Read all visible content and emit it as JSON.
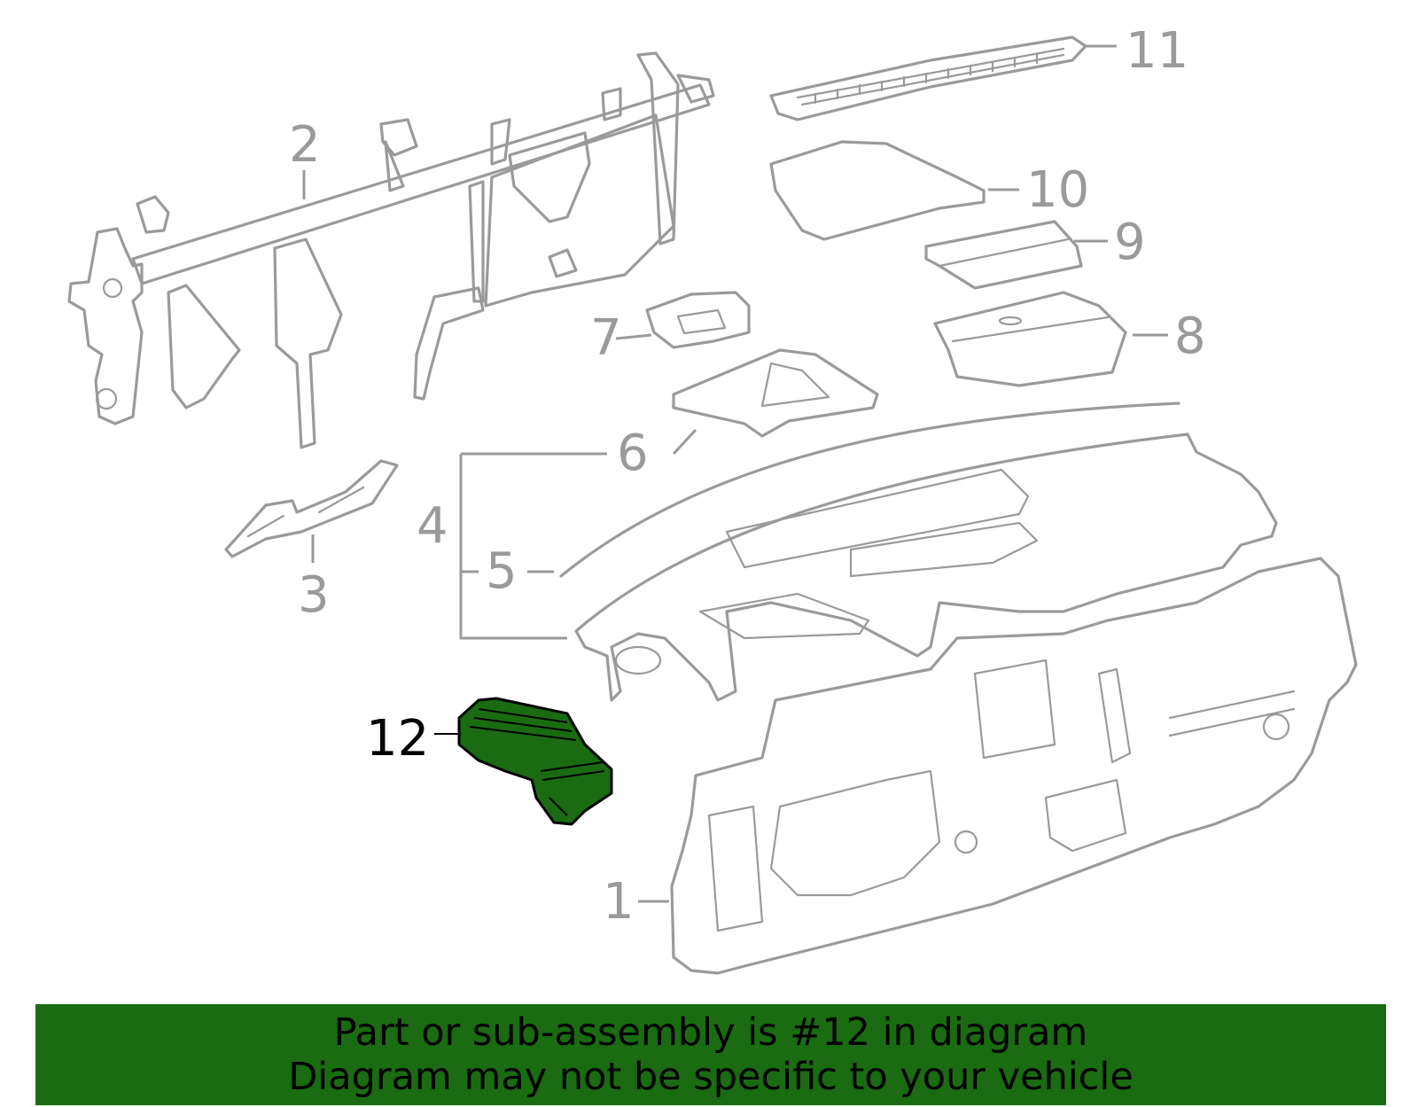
{
  "callouts": {
    "c1": "1",
    "c2": "2",
    "c3": "3",
    "c4": "4",
    "c5": "5",
    "c6": "6",
    "c7": "7",
    "c8": "8",
    "c9": "9",
    "c10": "10",
    "c11": "11",
    "c12": "12"
  },
  "highlight_color": "#1a6b12",
  "line_color": "#9a9a9a",
  "banner": {
    "line1": "Part or sub-assembly is #12 in diagram",
    "line2": "Diagram may not be specific to your vehicle"
  }
}
